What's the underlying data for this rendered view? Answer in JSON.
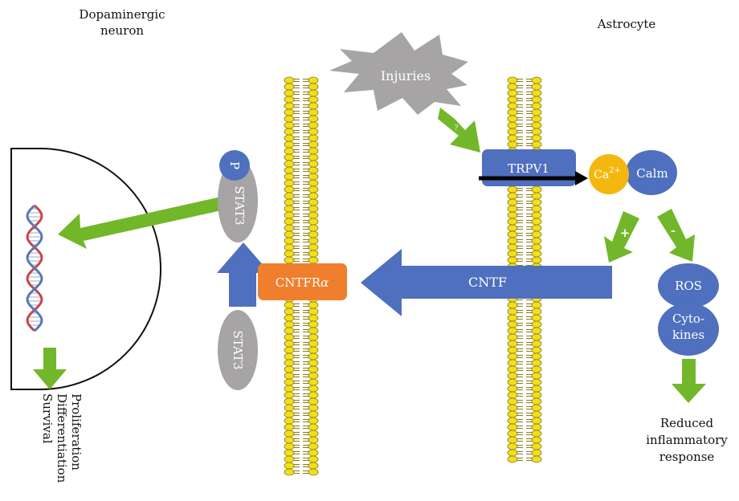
{
  "labels": {
    "neuron": [
      "Dopaminergic",
      "neuron"
    ],
    "astrocyte": "Astrocyte",
    "injuries": "Injuries",
    "question": "?",
    "trpv1": "TRPV1",
    "ca_base": "Ca",
    "ca_sup": "2+",
    "calm": "Calm",
    "plus": "+",
    "minus": "-",
    "ros": "ROS",
    "cytokines": [
      "Cyto-",
      "kines"
    ],
    "response": [
      "Reduced",
      "inflammatory",
      "response"
    ],
    "cntf": "CNTF",
    "cntfr_base": "CNTFR",
    "cntfr_greek": "α",
    "p": "P",
    "stat3_top": "STAT3",
    "stat3_bottom": "STAT3",
    "outcomes": [
      "Proliferation",
      "Differentiation",
      "Survival"
    ]
  },
  "colors": {
    "membrane_head": "#f2df1b",
    "membrane_outline": "#8a7a16",
    "arrow_green": "#72b72a",
    "blue": "#4f6fbf",
    "orange": "#ef7f2d",
    "gray": "#a6a4a4",
    "gold": "#f4b70f",
    "dna_red": "#c6464b",
    "dna_blue": "#5778b5"
  }
}
